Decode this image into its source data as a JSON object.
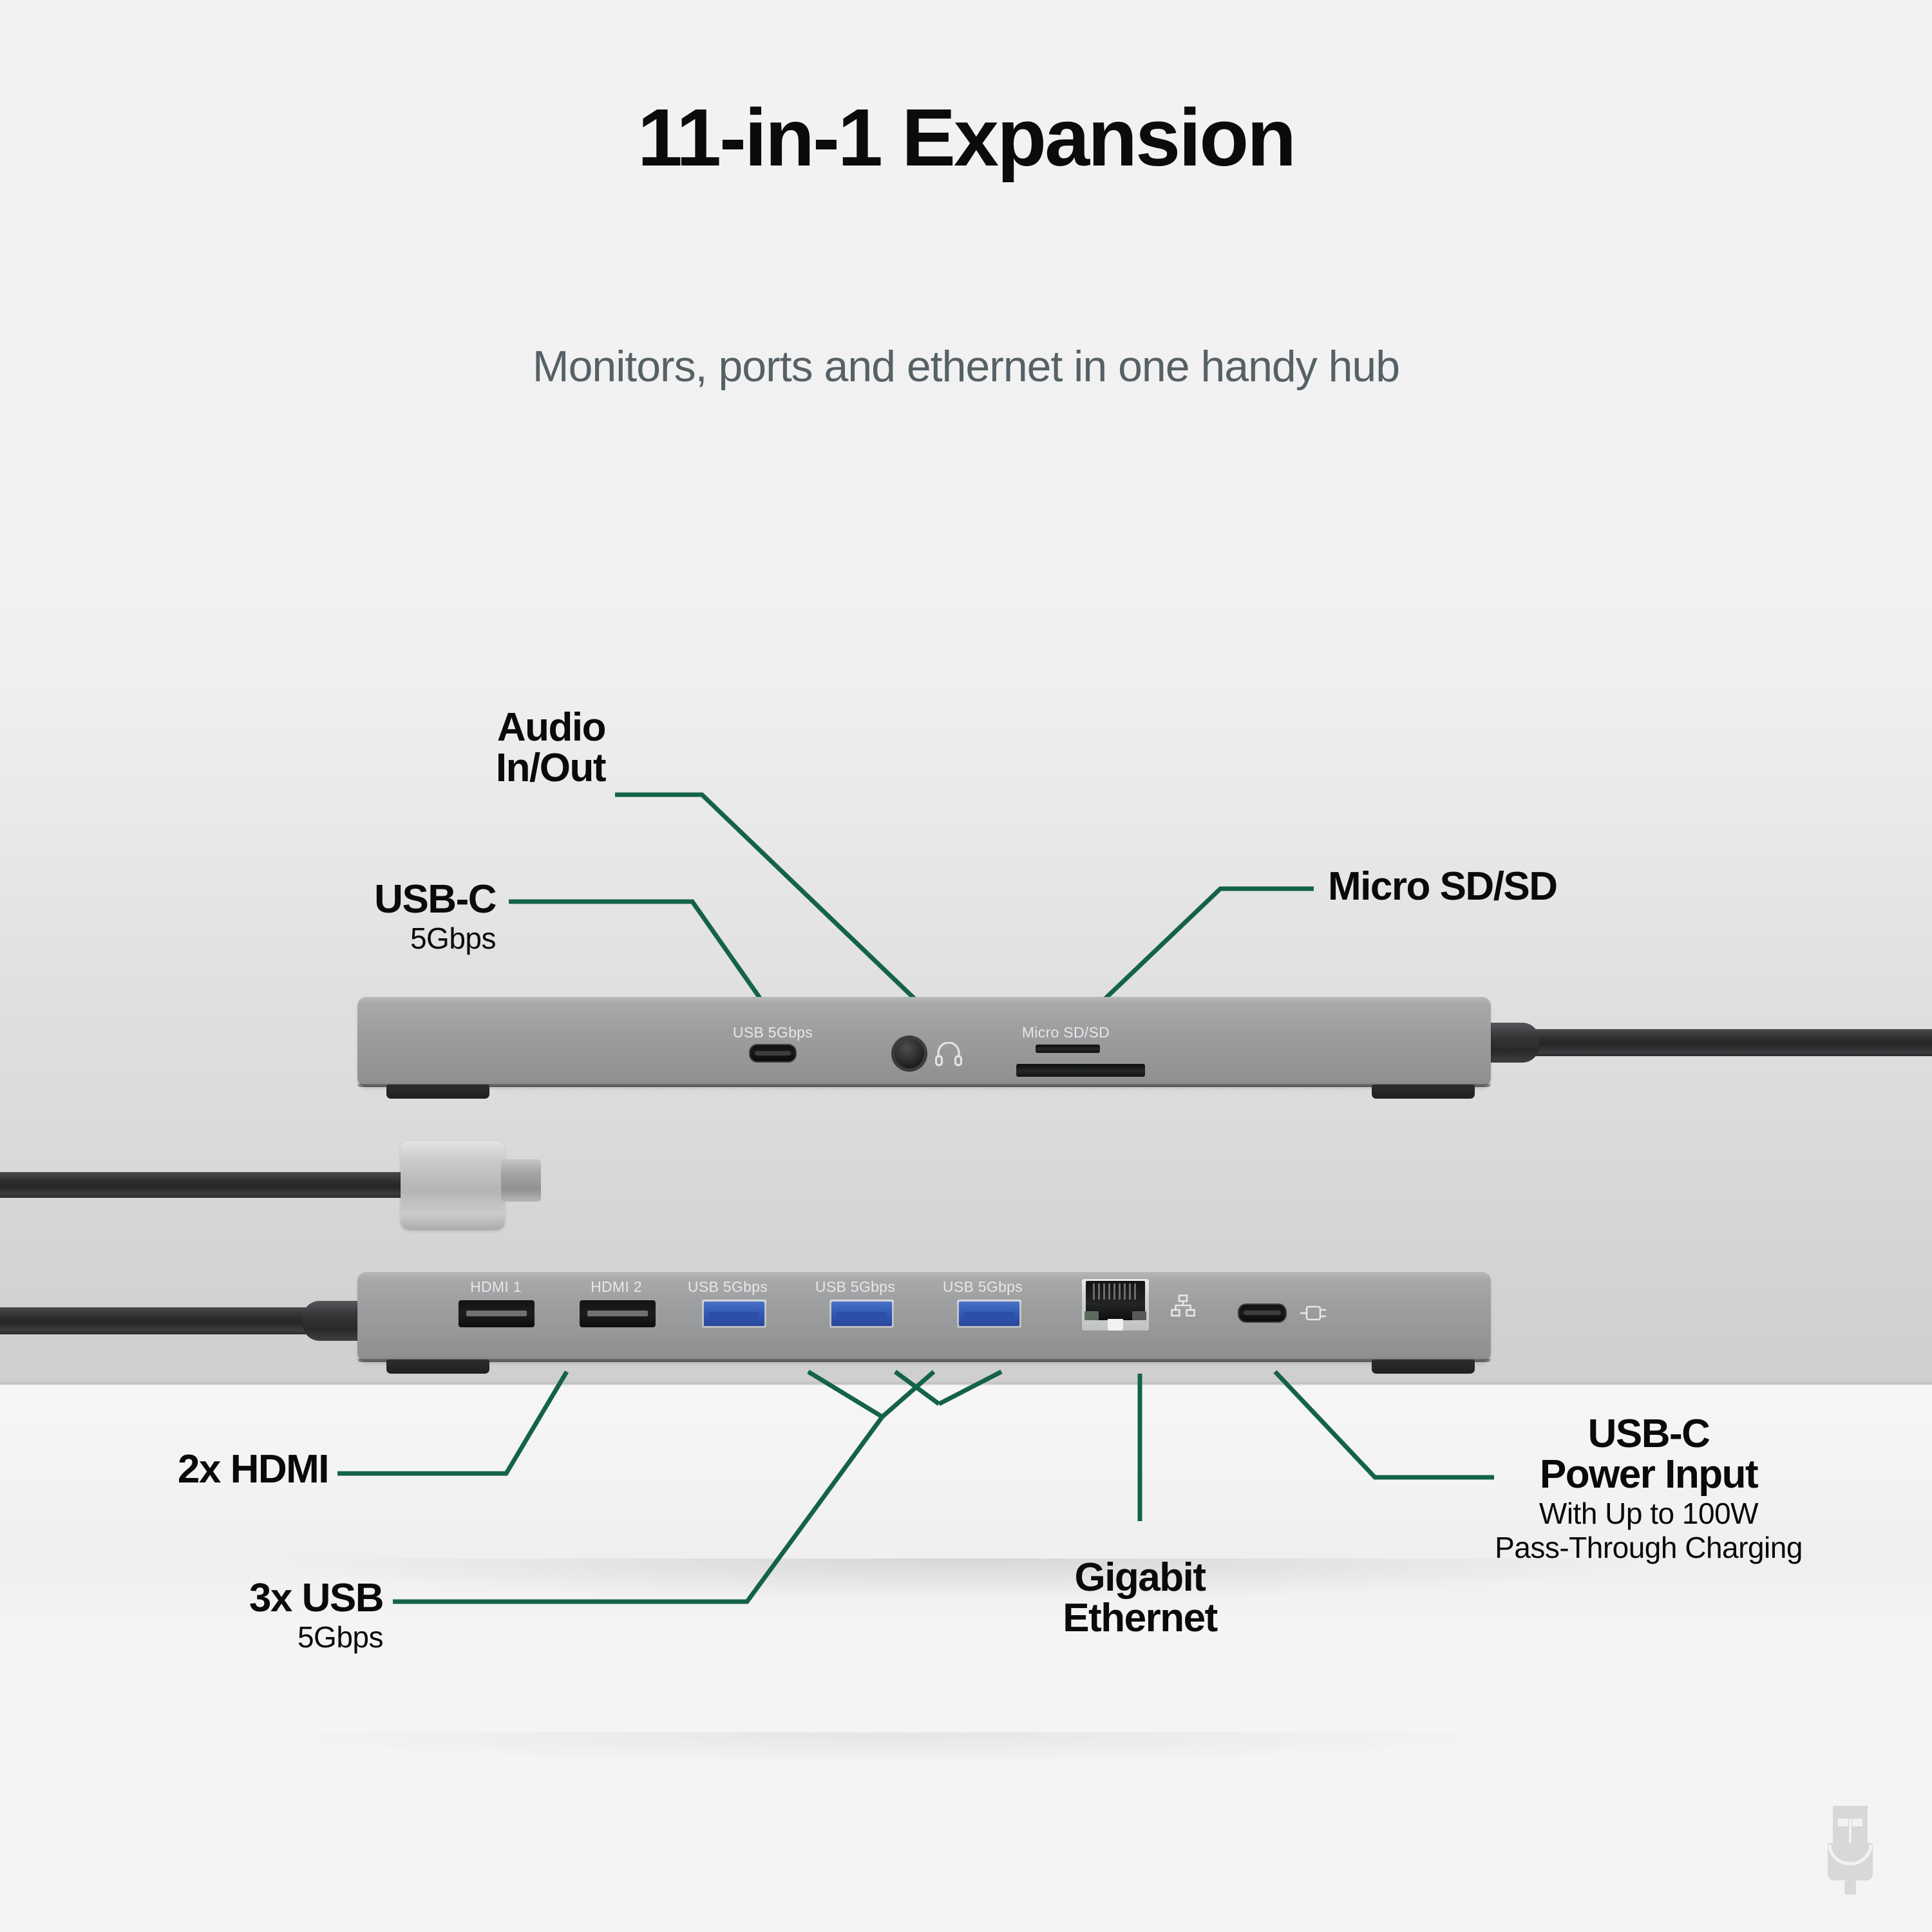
{
  "header": {
    "title": "11-in-1 Expansion",
    "subtitle": "Monitors, ports and ethernet in one handy hub"
  },
  "callouts": {
    "audio": {
      "line1": "Audio",
      "line2": "In/Out"
    },
    "usbc_data": {
      "title": "USB-C",
      "sub": "5Gbps"
    },
    "microsd": {
      "title": "Micro SD/SD"
    },
    "hdmi": {
      "title": "2x HDMI"
    },
    "usb": {
      "title": "3x USB",
      "sub": "5Gbps"
    },
    "ethernet": {
      "line1": "Gigabit",
      "line2": "Ethernet"
    },
    "power": {
      "line1": "USB-C",
      "line2": "Power Input",
      "sub1": "With Up to 100W",
      "sub2": "Pass-Through Charging"
    }
  },
  "device": {
    "top_panel": {
      "port_labels": [
        "USB 5Gbps",
        "Micro SD/SD"
      ],
      "icons": [
        "headset-icon"
      ]
    },
    "bottom_panel": {
      "port_labels": [
        "HDMI 1",
        "HDMI 2",
        "USB 5Gbps",
        "USB 5Gbps",
        "USB 5Gbps"
      ],
      "icons": [
        "network-icon",
        "power-plug-icon"
      ]
    }
  },
  "branding": {
    "watermark_icon": "usb-plug-icon"
  },
  "colors": {
    "background": "#f2f2f2",
    "title": "#0b0b0b",
    "subtitle": "#566166",
    "leader_line": "#14624a",
    "dock_body": "#9b9d9f",
    "usb_blue": "#2f55ad",
    "watermark": "#d4d6d8"
  }
}
